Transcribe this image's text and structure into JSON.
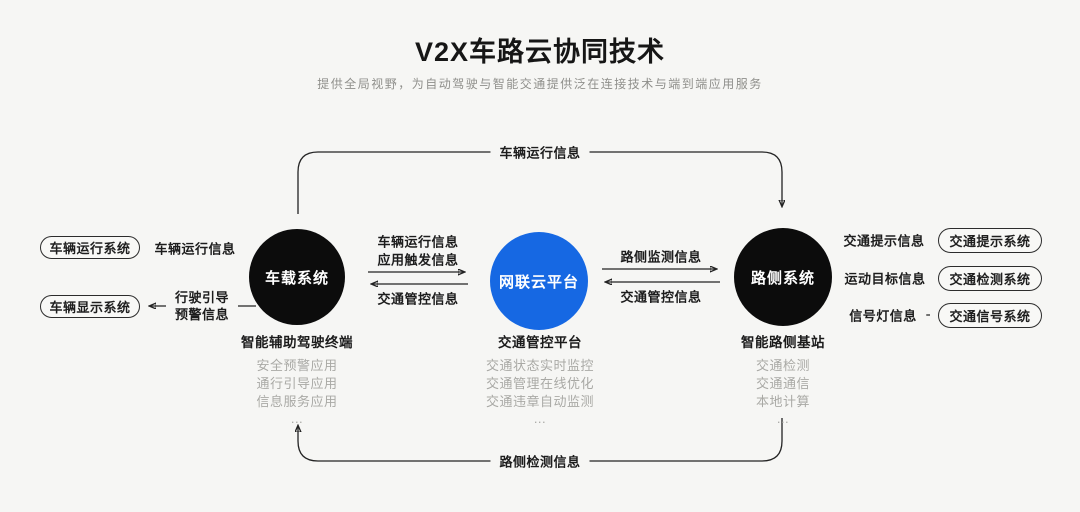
{
  "header": {
    "title": "V2X车路云协同技术",
    "subtitle": "提供全局视野，为自动驾驶与智能交通提供泛在连接技术与端到端应用服务"
  },
  "nodes": {
    "vehicle": {
      "label": "车载系统"
    },
    "cloud": {
      "label": "网联云平台"
    },
    "roadside": {
      "label": "路侧系统"
    }
  },
  "left_systems": [
    {
      "label": "车辆运行系统"
    },
    {
      "label": "车辆显示系统"
    }
  ],
  "right_systems": [
    {
      "label": "交通提示系统"
    },
    {
      "label": "交通检测系统"
    },
    {
      "label": "交通信号系统"
    }
  ],
  "flows": {
    "top_arc": "车辆运行信息",
    "bottom_arc": "路侧检测信息",
    "vehicle_run_info": "车辆运行信息",
    "guide_warning_line1": "行驶引导",
    "guide_warning_line2": "预警信息",
    "vehicle_to_cloud_line1": "车辆运行信息",
    "vehicle_to_cloud_line2": "应用触发信息",
    "cloud_to_vehicle": "交通管控信息",
    "roadside_monitor": "路侧监测信息",
    "cloud_to_roadside": "交通管控信息",
    "traffic_tip_info": "交通提示信息",
    "moving_target_info": "运动目标信息",
    "signal_light_info": "信号灯信息"
  },
  "lists": {
    "vehicle": {
      "title": "智能辅助驾驶终端",
      "items": [
        "安全预警应用",
        "通行引导应用",
        "信息服务应用",
        "..."
      ]
    },
    "cloud": {
      "title": "交通管控平台",
      "items": [
        "交通状态实时监控",
        "交通管理在线优化",
        "交通违章自动监测",
        "..."
      ]
    },
    "roadside": {
      "title": "智能路侧基站",
      "items": [
        "交通检测",
        "交通通信",
        "本地计算",
        "..."
      ]
    }
  },
  "colors": {
    "accent_blue": "#1668e3",
    "node_black": "#0c0c0c",
    "background": "#f6f6f4",
    "line": "#232323",
    "muted_text": "#a9a9a5"
  }
}
